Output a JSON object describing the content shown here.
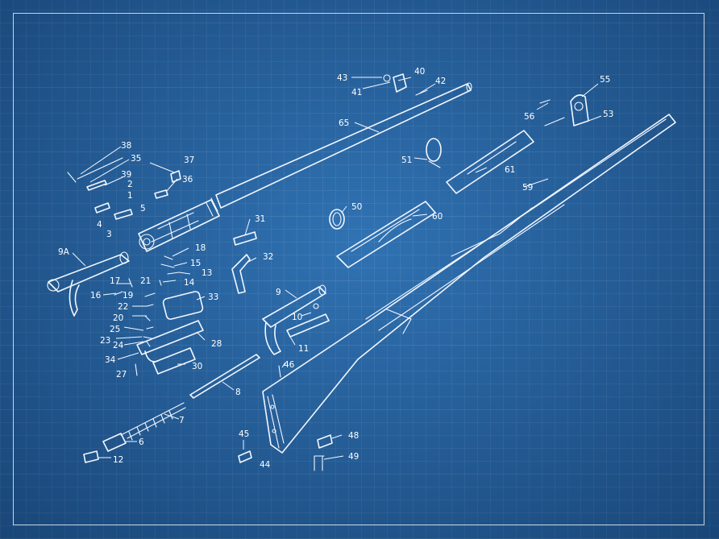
{
  "diagram": {
    "colors": {
      "background": "#2a6aa8",
      "grid": "#5b8fc4",
      "ink": "#f2f7ff"
    },
    "labels": {
      "l43": "43",
      "l40": "40",
      "l41": "41",
      "l42": "42",
      "l55": "55",
      "l56": "56",
      "l53": "53",
      "l65": "65",
      "l38": "38",
      "l35": "35",
      "l37": "37",
      "l36": "36",
      "l39": "39",
      "l2": "2",
      "l1": "1",
      "l51": "51",
      "l61": "61",
      "l59": "59",
      "l4": "4",
      "l5": "5",
      "l3": "3",
      "l50": "50",
      "l60": "60",
      "l31": "31",
      "l9A": "9A",
      "l18": "18",
      "l32": "32",
      "l15": "15",
      "l13": "13",
      "l17": "17",
      "l21": "21",
      "l14": "14",
      "l16": "16",
      "l19": "19",
      "l33": "33",
      "l22": "22",
      "l9": "9",
      "l20": "20",
      "l10": "10",
      "l25": "25",
      "l23": "23",
      "l24": "24",
      "l28": "28",
      "l11": "11",
      "l34": "34",
      "l30": "30",
      "l46": "46",
      "l27": "27",
      "l8": "8",
      "l7": "7",
      "l6": "6",
      "l12": "12",
      "l45": "45",
      "l48": "48",
      "l44": "44",
      "l49": "49"
    }
  }
}
